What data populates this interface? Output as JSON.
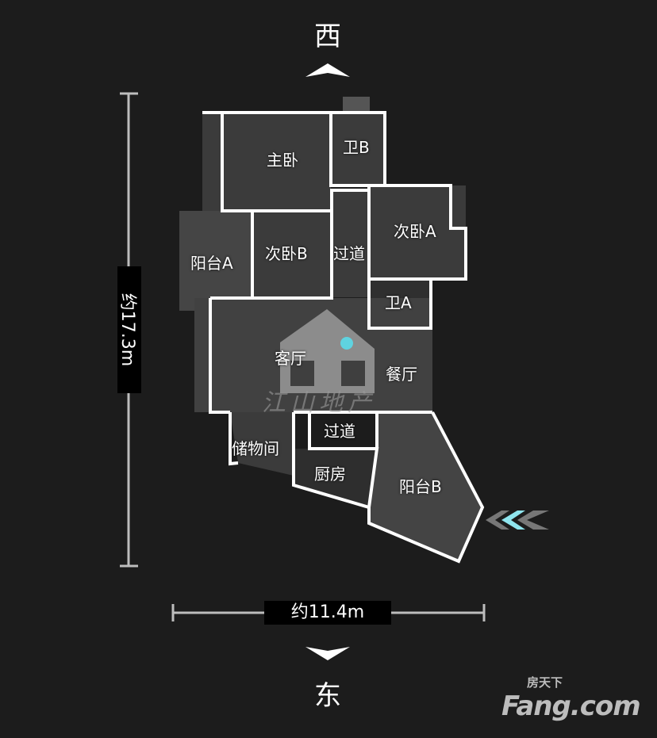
{
  "compass": {
    "north_label": "西",
    "south_label": "东"
  },
  "dimensions": {
    "height": "约17.3m",
    "width": "约11.4m"
  },
  "rooms": [
    {
      "id": "master",
      "label": "主卧"
    },
    {
      "id": "bath-b",
      "label": "卫B"
    },
    {
      "id": "bed-a",
      "label": "次卧A"
    },
    {
      "id": "bed-b",
      "label": "次卧B"
    },
    {
      "id": "hall1",
      "label": "过道"
    },
    {
      "id": "balcony-a",
      "label": "阳台A"
    },
    {
      "id": "bath-a",
      "label": "卫A"
    },
    {
      "id": "living",
      "label": "客厅"
    },
    {
      "id": "dining",
      "label": "餐厅"
    },
    {
      "id": "hall2",
      "label": "过道"
    },
    {
      "id": "storage",
      "label": "储物间"
    },
    {
      "id": "kitchen",
      "label": "厨房"
    },
    {
      "id": "balcony-b",
      "label": "阳台B"
    }
  ],
  "watermark": "江山地产",
  "brand": {
    "cn": "房天下",
    "en": "Fang.com"
  },
  "colors": {
    "wall": "#ffffff",
    "floor": "#3a3a3a",
    "marker": "#5fd3e0"
  }
}
